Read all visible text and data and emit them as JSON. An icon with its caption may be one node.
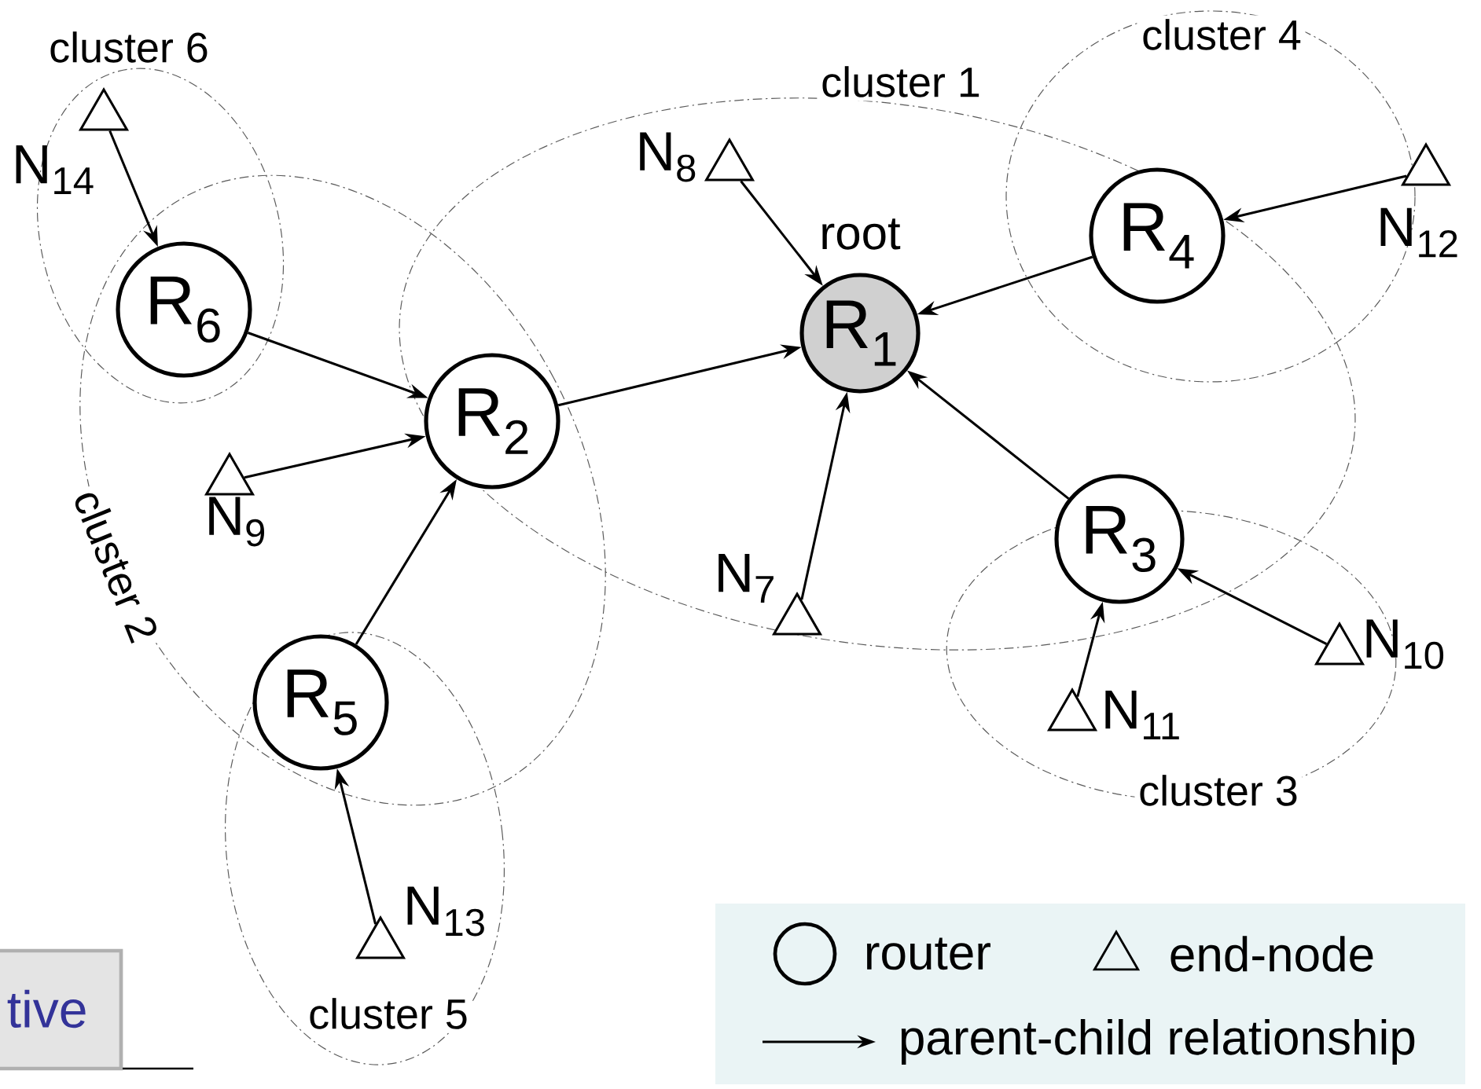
{
  "diagram": {
    "nodes": [
      {
        "text": [
          "R$_{1}$"
        ],
        "beside": [
          "root"
        ]
      },
      {
        "text": [
          "R$_{2}$"
        ]
      },
      {
        "text": [
          "R$_{3}$"
        ]
      },
      {
        "text": [
          "R$_{4}$"
        ]
      },
      {
        "text": [
          "R$_{5}$"
        ]
      },
      {
        "text": [
          "R$_{6}$"
        ]
      },
      {
        "text": [
          "N$_{7}$"
        ]
      },
      {
        "text": [
          "N$_{8}$"
        ]
      },
      {
        "text": [
          "N$_{9}$"
        ]
      },
      {
        "text": [
          "N$_{10}$"
        ]
      },
      {
        "text": [
          "N$_{11}$"
        ]
      },
      {
        "text": [
          "N$_{12}$"
        ]
      },
      {
        "text": [
          "N$_{13}$"
        ]
      },
      {
        "text": [
          "N$_{14}$"
        ]
      }
    ],
    "edges": [
      {
        "from": 1,
        "to": 0,
        "arrow": "to"
      },
      {
        "from": 3,
        "to": 0,
        "arrow": "to"
      },
      {
        "from": 2,
        "to": 0,
        "arrow": "to"
      },
      {
        "from": 7,
        "to": 0,
        "arrow": "to"
      },
      {
        "from": 6,
        "to": 0,
        "arrow": "to"
      },
      {
        "from": 5,
        "to": 1,
        "arrow": "to"
      },
      {
        "from": 8,
        "to": 1,
        "arrow": "to"
      },
      {
        "from": 4,
        "to": 1,
        "arrow": "to"
      },
      {
        "from": 13,
        "to": 5,
        "arrow": "to"
      },
      {
        "from": 12,
        "to": 4,
        "arrow": "to"
      },
      {
        "from": 10,
        "to": 2,
        "arrow": "to"
      },
      {
        "from": 9,
        "to": 2,
        "arrow": "to"
      },
      {
        "from": 11,
        "to": 3,
        "arrow": "to"
      }
    ],
    "labels": [
      "cluster 6",
      "cluster 4",
      "cluster 1",
      "cluster 2",
      "cluster 3",
      "cluster 5",
      "tive"
    ],
    "legend": [
      {
        "text": "router"
      },
      {
        "text": "end-node"
      },
      {
        "text": "parent-child relationship"
      }
    ]
  }
}
